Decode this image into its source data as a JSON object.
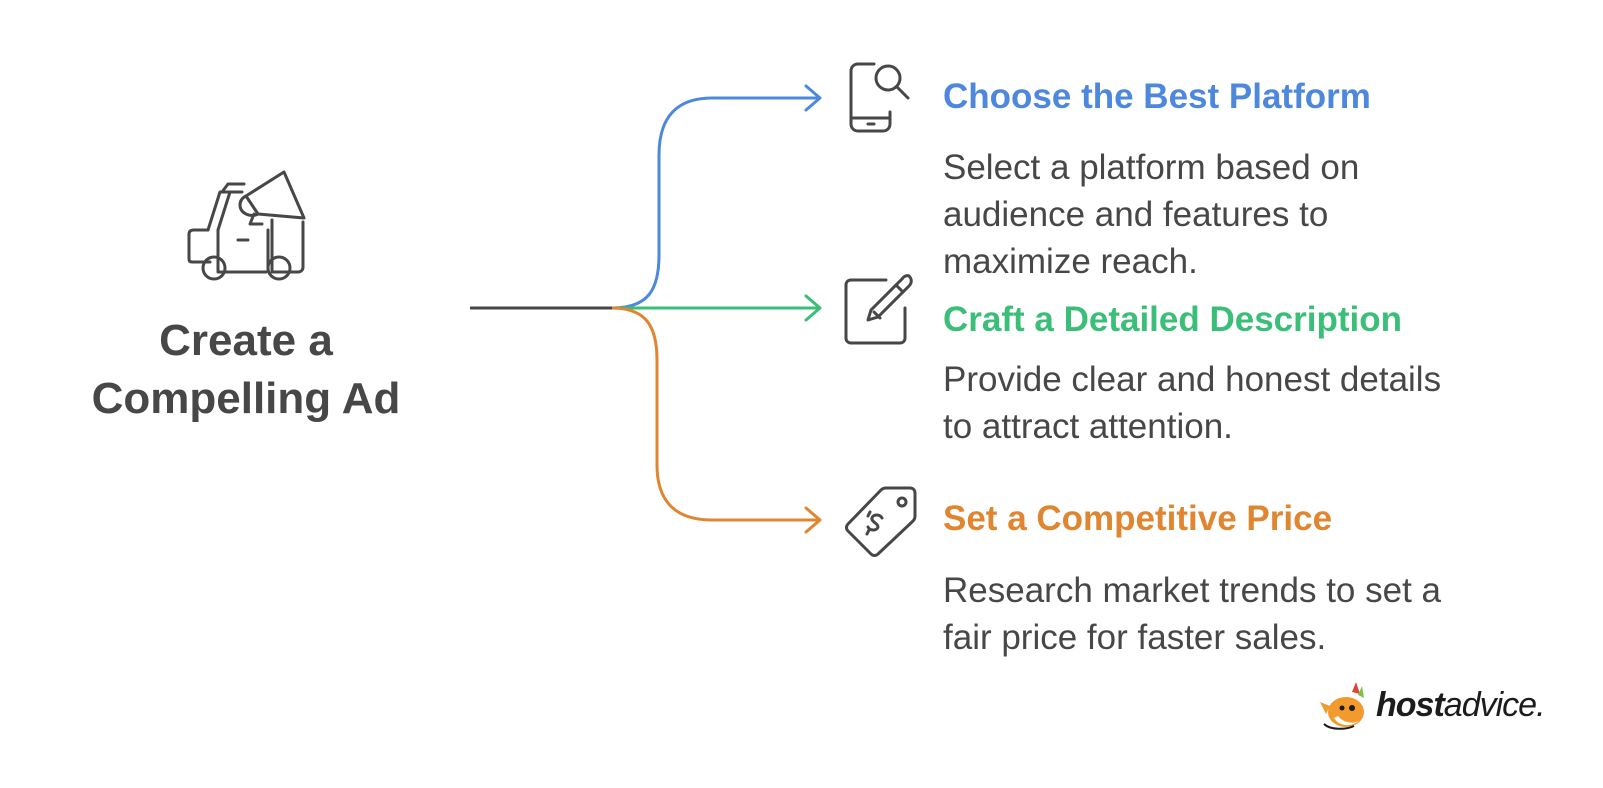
{
  "root": {
    "title_line1": "Create a",
    "title_line2": "Compelling Ad",
    "icon": "food-truck-megaphone-icon"
  },
  "colors": {
    "text": "#474747",
    "trunk": "#474747",
    "blue": "#4d88dc",
    "green": "#3bbf78",
    "orange": "#e08530"
  },
  "branches": [
    {
      "title": "Choose the Best Platform",
      "desc_line1": "Select a platform based on",
      "desc_line2": "audience and features to",
      "desc_line3": "maximize reach.",
      "color": "#4d88dc",
      "icon": "phone-search-icon"
    },
    {
      "title": "Craft a Detailed Description",
      "desc_line1": "Provide clear and honest details",
      "desc_line2": "to attract attention.",
      "color": "#3bbf78",
      "icon": "pencil-square-icon"
    },
    {
      "title": "Set a Competitive Price",
      "desc_line1": "Research market trends to set a",
      "desc_line2": "fair price for faster sales.",
      "color": "#e08530",
      "icon": "price-tag-icon"
    }
  ],
  "logo": {
    "brand_bold": "host",
    "brand_light": "advice."
  }
}
